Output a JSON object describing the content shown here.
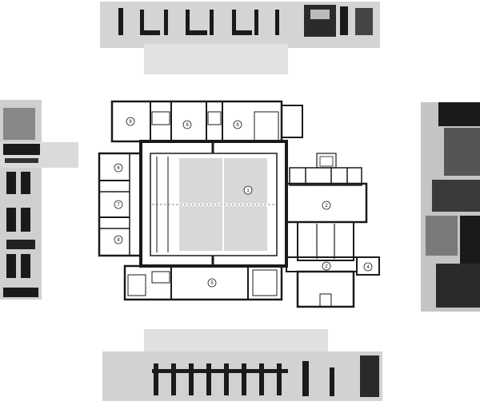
{
  "drawing": {
    "paper_color": "#ffffff",
    "ink_color": "#1a1a1a",
    "wash_color": "#c9c9c9",
    "dark_wash_color": "#6a6a6a"
  },
  "plan": {
    "room_labels": [
      "8",
      "8",
      "8",
      "6",
      "7",
      "8",
      "1",
      "2",
      "2",
      "4",
      "5"
    ]
  },
  "elevations": [
    "north-elevation",
    "west-elevation",
    "east-elevation",
    "south-elevation"
  ]
}
